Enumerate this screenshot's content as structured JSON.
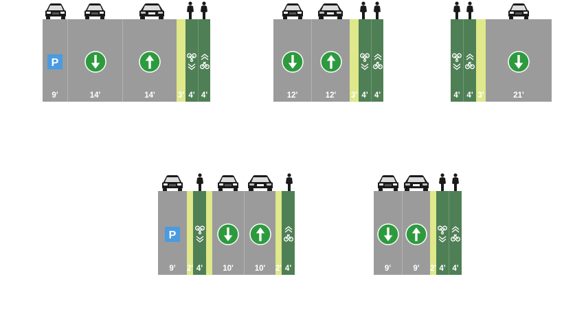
{
  "colors": {
    "travel_lane": "#9b9b9b",
    "bike_lane": "#4f7f55",
    "buffer": "#dfe88a",
    "arrow_circle": "#2d9a3e",
    "parking_sign": "#4a9be0",
    "label": "#ffffff",
    "vehicle": "#1a1a1a"
  },
  "parking_symbol_text": "P",
  "sections": [
    {
      "lanes": [
        {
          "type": "parking",
          "width_label": "9'",
          "symbol": "parking-sign"
        },
        {
          "type": "travel",
          "width_label": "14'",
          "symbol": "arrow-down"
        },
        {
          "type": "travel",
          "width_label": "14'",
          "symbol": "arrow-up"
        },
        {
          "type": "buffer",
          "width_label": "3'",
          "symbol": ""
        },
        {
          "type": "bike",
          "width_label": "4'",
          "symbol": "sharrow-down"
        },
        {
          "type": "bike",
          "width_label": "4'",
          "symbol": "sharrow-up"
        }
      ],
      "vehicles": [
        "car-front",
        "car-front",
        "car-rear",
        "cyclist",
        "cyclist"
      ]
    },
    {
      "lanes": [
        {
          "type": "travel",
          "width_label": "12'",
          "symbol": "arrow-down"
        },
        {
          "type": "travel",
          "width_label": "12'",
          "symbol": "arrow-up"
        },
        {
          "type": "buffer",
          "width_label": "3'",
          "symbol": ""
        },
        {
          "type": "bike",
          "width_label": "4'",
          "symbol": "sharrow-down"
        },
        {
          "type": "bike",
          "width_label": "4'",
          "symbol": "sharrow-up"
        }
      ],
      "vehicles": [
        "car-front",
        "car-rear",
        "cyclist",
        "cyclist"
      ]
    },
    {
      "lanes": [
        {
          "type": "bike",
          "width_label": "4'",
          "symbol": "sharrow-down"
        },
        {
          "type": "bike",
          "width_label": "4'",
          "symbol": "sharrow-up"
        },
        {
          "type": "buffer",
          "width_label": "3'",
          "symbol": ""
        },
        {
          "type": "travel",
          "width_label": "21'",
          "symbol": "arrow-down"
        }
      ],
      "vehicles": [
        "cyclist",
        "cyclist",
        "car-front"
      ]
    },
    {
      "lanes": [
        {
          "type": "parking",
          "width_label": "9'",
          "symbol": "parking-sign"
        },
        {
          "type": "buffer",
          "width_label": "2'",
          "symbol": ""
        },
        {
          "type": "bike",
          "width_label": "4'",
          "symbol": "sharrow-down"
        },
        {
          "type": "buffer",
          "width_label": "",
          "symbol": ""
        },
        {
          "type": "travel",
          "width_label": "10'",
          "symbol": "arrow-down"
        },
        {
          "type": "travel",
          "width_label": "10'",
          "symbol": "arrow-up"
        },
        {
          "type": "buffer",
          "width_label": "2'",
          "symbol": ""
        },
        {
          "type": "bike",
          "width_label": "4'",
          "symbol": "sharrow-up"
        }
      ],
      "vehicles": [
        "car-front",
        "cyclist",
        "car-front",
        "car-rear",
        "cyclist"
      ]
    },
    {
      "lanes": [
        {
          "type": "travel",
          "width_label": "9'",
          "symbol": "arrow-down"
        },
        {
          "type": "travel",
          "width_label": "9'",
          "symbol": "arrow-up"
        },
        {
          "type": "buffer",
          "width_label": "2'",
          "symbol": ""
        },
        {
          "type": "bike",
          "width_label": "4'",
          "symbol": "sharrow-down"
        },
        {
          "type": "bike",
          "width_label": "4'",
          "symbol": "sharrow-up"
        }
      ],
      "vehicles": [
        "car-front",
        "car-rear",
        "cyclist",
        "cyclist"
      ]
    }
  ]
}
